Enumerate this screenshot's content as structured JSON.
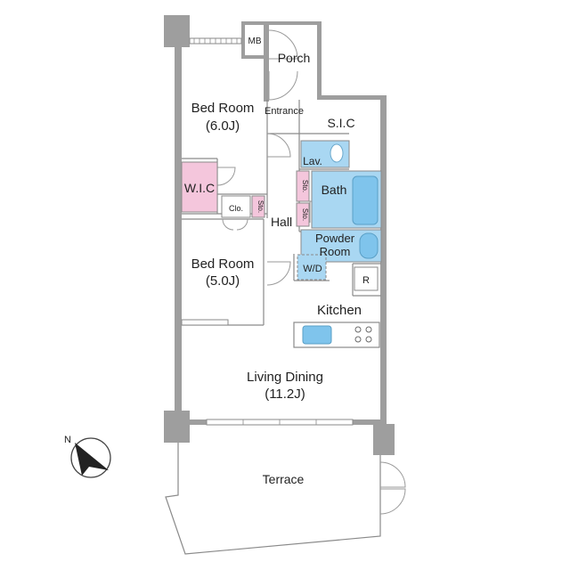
{
  "colors": {
    "wall": "#9e9e9e",
    "wet_area": "#a9d7f2",
    "closet": "#f4c6dc",
    "fixture": "#7fc4ec",
    "text": "#222222"
  },
  "rooms": {
    "porch": "Porch",
    "mb": "MB",
    "entrance": "Entrance",
    "sic": "S.I.C",
    "bedroom1_name": "Bed Room",
    "bedroom1_size": "(6.0J)",
    "wic": "W.I.C",
    "clo": "Clo.",
    "sto_hall": "Sto.",
    "hall": "Hall",
    "sto_bath1": "Sto.",
    "sto_bath2": "Sto.",
    "lav": "Lav.",
    "bath": "Bath",
    "powder_room_line1": "Powder",
    "powder_room_line2": "Room",
    "wd": "W/D",
    "fridge": "R",
    "bedroom2_name": "Bed Room",
    "bedroom2_size": "(5.0J)",
    "kitchen": "Kitchen",
    "living_name": "Living Dining",
    "living_size": "(11.2J)",
    "terrace": "Terrace"
  },
  "compass": {
    "label": "N",
    "icon": "north-arrow-icon"
  }
}
